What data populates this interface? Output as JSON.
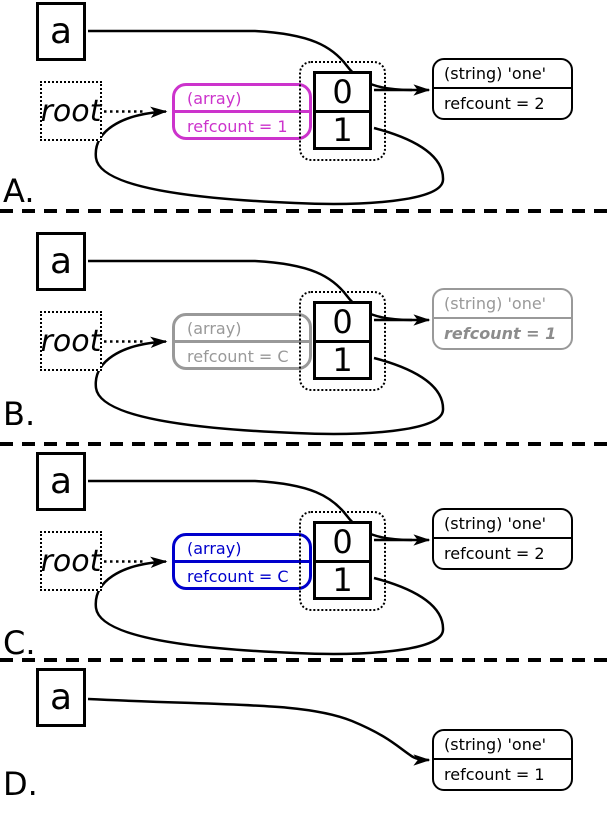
{
  "figure": {
    "title": "reference-counting heap diagrams",
    "colors": {
      "panel_a_array": "#cc33cc",
      "panel_b_gray": "#999999",
      "panel_c_array": "#0000cc",
      "default": "#000000"
    },
    "panels": [
      {
        "label": "A.",
        "variable": "a",
        "root": "root",
        "array_box": {
          "type": "(array)",
          "refcount": "refcount = 1",
          "color": "#cc33cc"
        },
        "cells": [
          "0",
          "1"
        ],
        "string_box": {
          "type": "(string) 'one'",
          "refcount": "refcount = 2",
          "color": "#000000"
        }
      },
      {
        "label": "B.",
        "variable": "a",
        "root": "root",
        "array_box": {
          "type": "(array)",
          "refcount": "refcount = C",
          "color": "#999999"
        },
        "cells": [
          "0",
          "1"
        ],
        "string_box": {
          "type": "(string) 'one'",
          "refcount": "refcount = 1",
          "color": "#999999"
        }
      },
      {
        "label": "C.",
        "variable": "a",
        "root": "root",
        "array_box": {
          "type": "(array)",
          "refcount": "refcount = C",
          "color": "#0000cc"
        },
        "cells": [
          "0",
          "1"
        ],
        "string_box": {
          "type": "(string) 'one'",
          "refcount": "refcount = 2",
          "color": "#000000"
        }
      },
      {
        "label": "D.",
        "variable": "a",
        "string_box": {
          "type": "(string) 'one'",
          "refcount": "refcount = 1",
          "color": "#000000"
        }
      }
    ]
  }
}
